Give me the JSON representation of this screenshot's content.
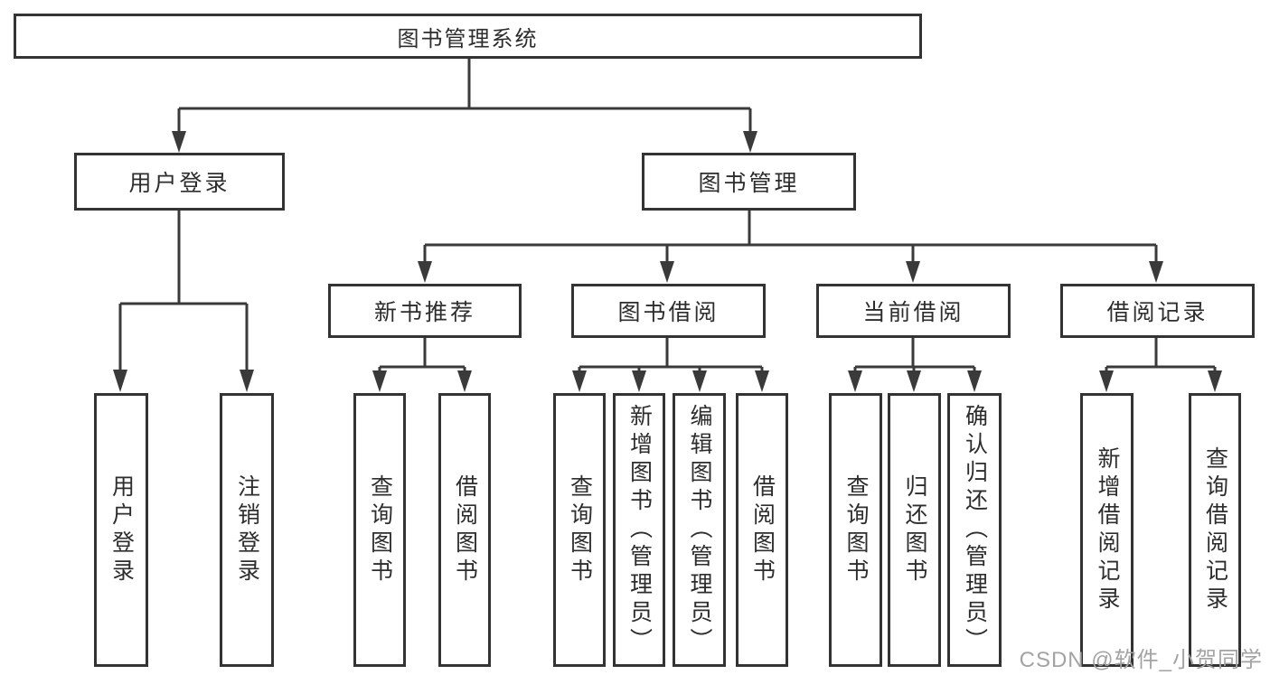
{
  "diagram": {
    "root_label": "图书管理系统",
    "level2": [
      {
        "label": "用户登录",
        "children": [
          {
            "label": "用户登录"
          },
          {
            "label": "注销登录"
          }
        ]
      },
      {
        "label": "图书管理",
        "children": [
          {
            "label": "新书推荐",
            "children": [
              {
                "label": "查询图书"
              },
              {
                "label": "借阅图书"
              }
            ]
          },
          {
            "label": "图书借阅",
            "children": [
              {
                "label": "查询图书"
              },
              {
                "label": "新增图书（管理员）"
              },
              {
                "label": "编辑图书（管理员）"
              },
              {
                "label": "借阅图书"
              }
            ]
          },
          {
            "label": "当前借阅",
            "children": [
              {
                "label": "查询图书"
              },
              {
                "label": "归还图书"
              },
              {
                "label": "确认归还（管理员）"
              }
            ]
          },
          {
            "label": "借阅记录",
            "children": [
              {
                "label": "新增借阅记录"
              },
              {
                "label": "查询借阅记录"
              }
            ]
          }
        ]
      }
    ]
  },
  "watermark": "CSDN @软件_小贺同学",
  "colors": {
    "line": "#3a3a3a",
    "border": "#333333",
    "text": "#2d2d2d",
    "watermark": "#a3a3a3",
    "background": "#ffffff"
  }
}
